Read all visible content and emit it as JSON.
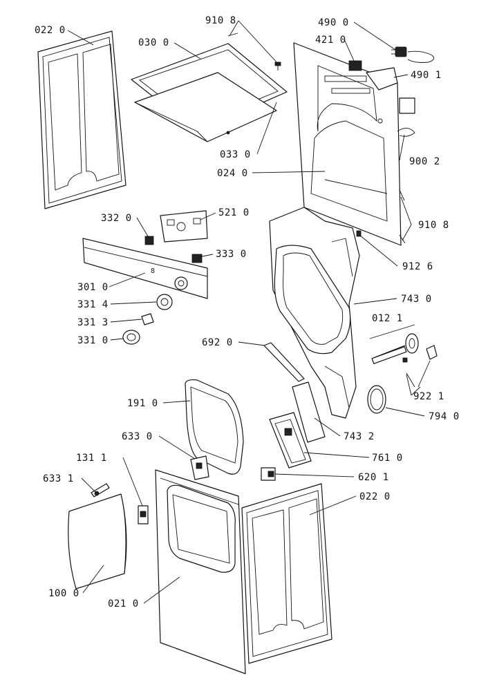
{
  "labels": {
    "l0220a": "022 0",
    "l0300": "030 0",
    "l9108a": "910 8",
    "l4900": "490 0",
    "l4210": "421 0",
    "l4901": "490 1",
    "l0330": "033 0",
    "l9002": "900 2",
    "l0240": "024 0",
    "l3320": "332 0",
    "l5210": "521 0",
    "l9108b": "910 8",
    "l3330": "333 0",
    "l9126": "912 6",
    "l3010": "301 0",
    "l3314": "331 4",
    "l7430": "743 0",
    "l3313": "331 3",
    "l0121": "012 1",
    "l3310": "331 0",
    "l6920": "692 0",
    "l9221": "922 1",
    "l1910": "191 0",
    "l7940": "794 0",
    "l6330": "633 0",
    "l7432": "743 2",
    "l1311": "131 1",
    "l7610": "761 0",
    "l6201": "620 1",
    "l6331": "633 1",
    "l0220b": "022 0",
    "l1000": "100 0",
    "l0210": "021 0"
  },
  "colors": {
    "line": "#111111",
    "background": "#ffffff"
  }
}
